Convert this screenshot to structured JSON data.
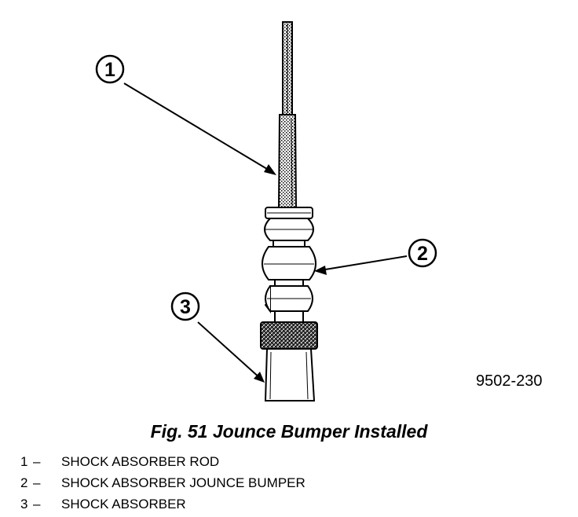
{
  "callouts": [
    {
      "number": "1"
    },
    {
      "number": "2"
    },
    {
      "number": "3"
    }
  ],
  "figure_code": "9502-230",
  "caption": "Fig. 51 Jounce Bumper Installed",
  "legend": [
    {
      "number": "1",
      "separator": "–",
      "label": "SHOCK ABSORBER ROD"
    },
    {
      "number": "2",
      "separator": "–",
      "label": "SHOCK ABSORBER JOUNCE BUMPER"
    },
    {
      "number": "3",
      "separator": "–",
      "label": "SHOCK ABSORBER"
    }
  ]
}
